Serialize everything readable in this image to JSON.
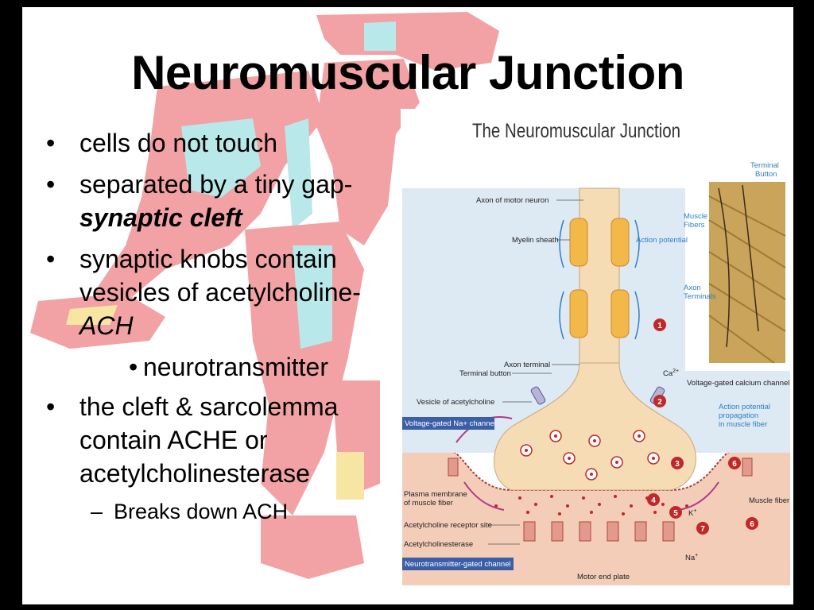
{
  "slide": {
    "title": "Neuromuscular Junction",
    "bullets": [
      {
        "text": "cells do not touch"
      },
      {
        "text": "separated by a tiny gap-",
        "emphasis": "synaptic cleft"
      },
      {
        "text": "synaptic knobs contain vesicles of acetylcholine-",
        "emphasis": "ACH"
      },
      {
        "text": "neurotransmitter"
      },
      {
        "text": "the cleft & sarcolemma contain ACHE or acetylcholinesterase"
      },
      {
        "text": "Breaks down ACH"
      }
    ]
  },
  "figure": {
    "title": "The Neuromuscular Junction",
    "labels": {
      "axon_motor_neuron": "Axon of motor neuron",
      "myelin_sheath": "Myelin sheath",
      "action_potential": "Action potential",
      "axon_terminal": "Axon terminal",
      "terminal_button": "Terminal button",
      "vesicle_ach": "Vesicle of acetylcholine",
      "voltage_gated_na": "Voltage-gated Na+ channel",
      "voltage_gated_ca": "Voltage-gated calcium channel",
      "ca_ion": "Ca",
      "ca_charge": "2+",
      "ap_propagation_1": "Action potential",
      "ap_propagation_2": "propagation",
      "ap_propagation_3": "in muscle fiber",
      "plasma_membrane_1": "Plasma membrane",
      "plasma_membrane_2": "of muscle fiber",
      "muscle_fiber": "Muscle fiber",
      "ach_receptor_site": "Acetylcholine receptor site",
      "acetylcholinesterase": "Acetylcholinesterase",
      "neurotransmitter_gated": "Neurotransmitter-gated channel",
      "motor_end_plate": "Motor end plate",
      "k_ion": "K",
      "na_ion": "Na",
      "terminal_button_photo_1": "Terminal",
      "terminal_button_photo_2": "Button",
      "muscle_fibers_1": "Muscle",
      "muscle_fibers_2": "Fibers",
      "axon_terminals_1": "Axon",
      "axon_terminals_2": "Terminals",
      "steps": [
        "1",
        "2",
        "3",
        "4",
        "5",
        "6",
        "6",
        "7"
      ]
    }
  },
  "colors": {
    "slide_border": "#000000",
    "background": "#ffffff",
    "muscle_red": "#e8565a",
    "neuron_tan": "#f6dcb4",
    "myelin": "#f2b84a",
    "step_red": "#c0282a",
    "label_blue": "#2f7fc4",
    "dark_box": "#3b5ea8"
  }
}
